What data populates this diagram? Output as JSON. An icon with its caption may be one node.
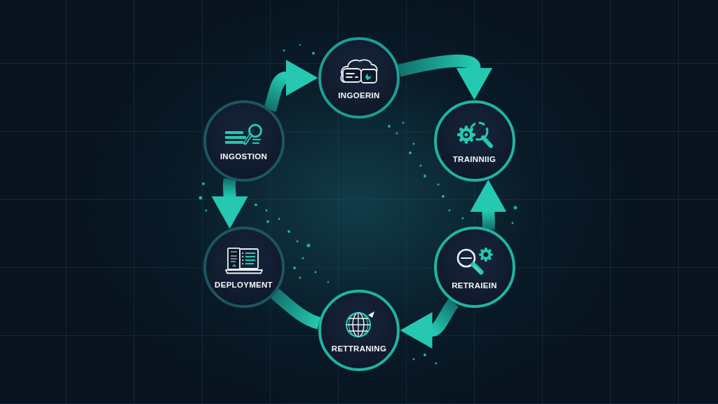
{
  "diagram": {
    "nodes": [
      {
        "text": [
          "INGOERIN"
        ]
      },
      {
        "text": [
          "INGOSTION"
        ]
      },
      {
        "text": [
          "TRAINNIIG"
        ]
      },
      {
        "text": [
          "DEPLOYMENT"
        ]
      },
      {
        "text": [
          "RETRAIEIN"
        ]
      },
      {
        "text": [
          "RETTRANING"
        ]
      }
    ],
    "edges": [
      {
        "from": 1,
        "to": 0,
        "arrow": "to"
      },
      {
        "from": 0,
        "to": 2,
        "arrow": "to"
      },
      {
        "from": 4,
        "to": 2,
        "arrow": "to"
      },
      {
        "from": 4,
        "to": 5,
        "arrow": "to"
      },
      {
        "from": 3,
        "to": 5,
        "arrow": "none"
      },
      {
        "from": 1,
        "to": 3,
        "arrow": "to"
      }
    ]
  }
}
